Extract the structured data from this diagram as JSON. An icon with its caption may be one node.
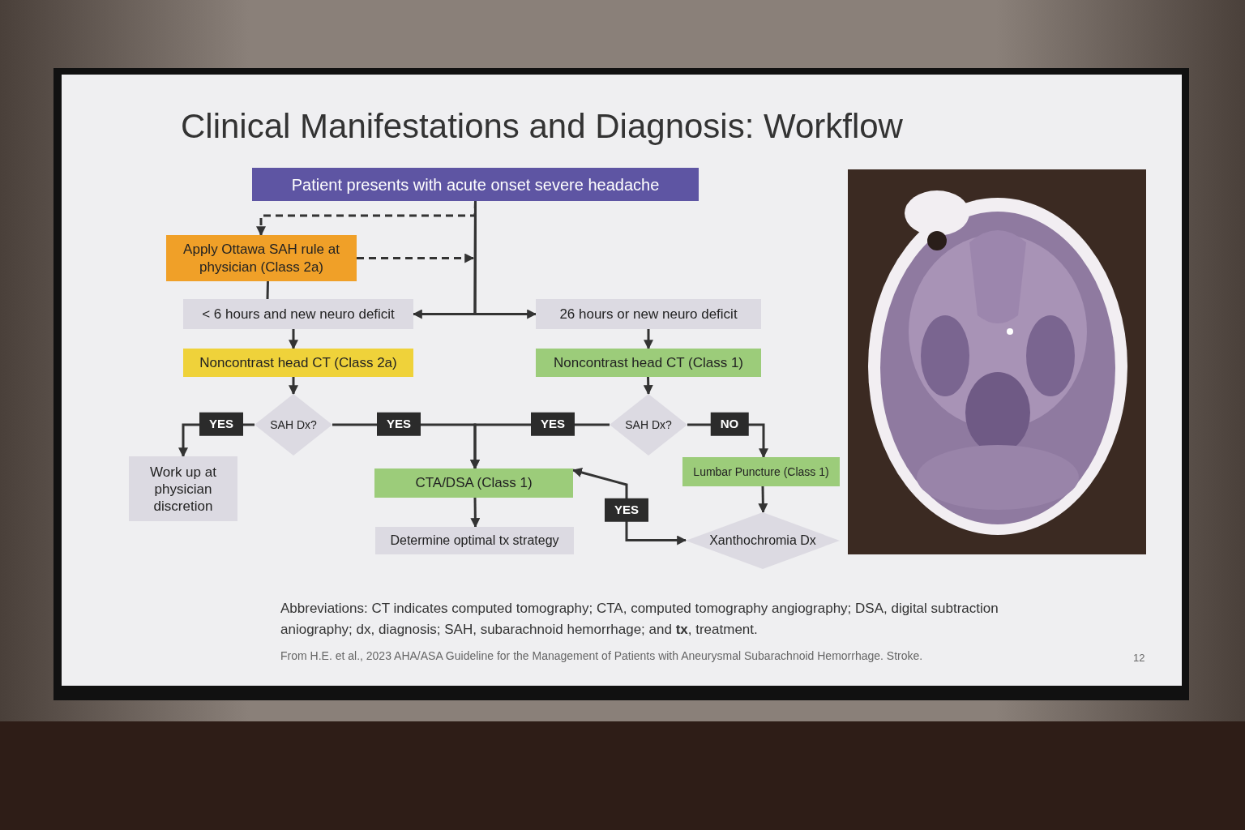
{
  "diagram": {
    "title": "Clinical Manifestations and Diagnosis: Workflow",
    "nodes": [
      {
        "text": [
          "Patient presents with acute onset severe headache"
        ]
      },
      {
        "text": [
          "Apply Ottawa SAH rule at physician (Class 2a)"
        ]
      },
      {
        "text": [
          "< 6 hours and new neuro deficit"
        ]
      },
      {
        "text": [
          "26 hours or new neuro deficit"
        ]
      },
      {
        "text": [
          "Noncontrast head CT (Class 2a)"
        ]
      },
      {
        "text": [
          "Noncontrast head CT (Class 1)"
        ]
      },
      {
        "text": [
          "SAH Dx?"
        ]
      },
      {
        "text": [
          "SAH Dx?"
        ]
      },
      {
        "text": [
          "Work up at physician discretion"
        ]
      },
      {
        "text": [
          "CTA/DSA (Class 1)"
        ]
      },
      {
        "text": [
          "Lumbar Puncture (Class 1)"
        ]
      },
      {
        "text": [
          "Determine optimal tx strategy"
        ]
      },
      {
        "text": [
          "Xanthochromia Dx"
        ]
      }
    ],
    "edges": [
      {
        "from": 0,
        "to": 1,
        "arrow": "to",
        "style": "dashed"
      },
      {
        "from": 1,
        "to": null,
        "arrow": "to",
        "style": "dashed"
      },
      {
        "from": 1,
        "to": 2,
        "arrow": "none"
      },
      {
        "from": 0,
        "to": 2,
        "arrow": "to"
      },
      {
        "from": 0,
        "to": 3,
        "arrow": "to"
      },
      {
        "from": 2,
        "to": 4,
        "arrow": "to"
      },
      {
        "from": 3,
        "to": 5,
        "arrow": "to"
      },
      {
        "from": 4,
        "to": 6,
        "arrow": "to"
      },
      {
        "from": 5,
        "to": 7,
        "arrow": "to"
      },
      {
        "from": 6,
        "to": 8,
        "arrow": "to",
        "label": "YES"
      },
      {
        "from": 6,
        "to": 9,
        "arrow": "to",
        "label": "YES"
      },
      {
        "from": 7,
        "to": 9,
        "arrow": "to",
        "label": "YES"
      },
      {
        "from": 7,
        "to": 10,
        "arrow": "to",
        "label": "NO"
      },
      {
        "from": 9,
        "to": 11,
        "arrow": "to"
      },
      {
        "from": 10,
        "to": 12,
        "arrow": "to"
      },
      {
        "from": 9,
        "to": 12,
        "arrow": "both",
        "label": "YES"
      }
    ],
    "labels": [
      "Abbreviations: CT indicates computed tomography; CTA, computed tomography angiography; DSA, digital subtraction aniography; dx, diagnosis; SAH, subarachnoid hemorrhage; and **tx**, treatment.",
      "From H.E. et al., 2023 AHA/ASA Guideline for the Management of Patients with Aneurysmal Subarachnoid Hemorrhage. Stroke.",
      "12"
    ]
  }
}
